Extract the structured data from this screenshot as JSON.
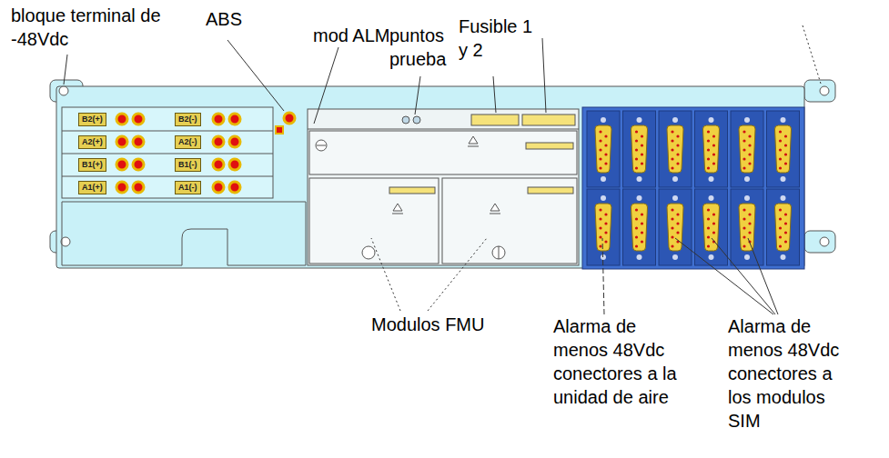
{
  "diagram": {
    "nodes": [
      {
        "text": [
          "B2(+)"
        ]
      },
      {
        "text": [
          "B2(-)"
        ]
      },
      {
        "text": [
          "A2(+)"
        ]
      },
      {
        "text": [
          "A2(-)"
        ]
      },
      {
        "text": [
          "B1(+)"
        ]
      },
      {
        "text": [
          "B1(-)"
        ]
      },
      {
        "text": [
          "A1(+)"
        ]
      },
      {
        "text": [
          "A1(-)"
        ]
      }
    ],
    "labels": [
      "bloque terminal de -48Vdc",
      "ABS",
      "mod ALM",
      "puntos prueba",
      "Fusible 1 y 2",
      "Modulos FMU",
      "Alarma de menos 48Vdc conectores a la unidad de aire",
      "Alarma de menos 48Vdc conectores a los modulos SIM"
    ]
  }
}
